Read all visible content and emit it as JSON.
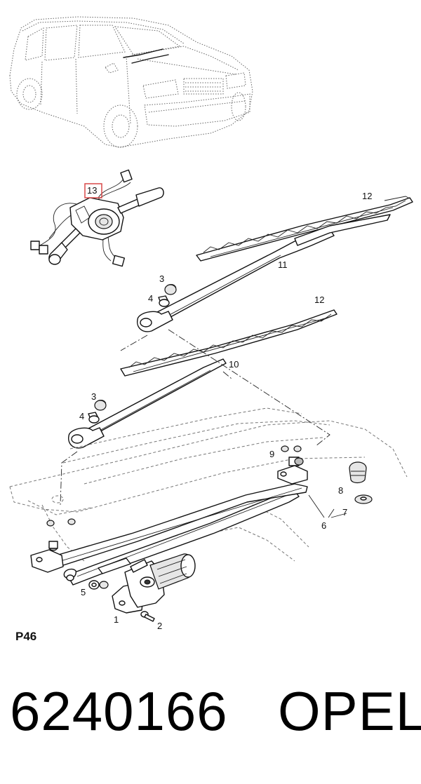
{
  "diagram": {
    "callouts": {
      "n1": "1",
      "n2": "2",
      "n3a": "3",
      "n4a": "4",
      "n3b": "3",
      "n4b": "4",
      "n5": "5",
      "n6": "6",
      "n7": "7",
      "n8": "8",
      "n9": "9",
      "n10": "10",
      "n11": "11",
      "n12a": "12",
      "n12b": "12",
      "n13": "13"
    },
    "highlight_color": "#d94848",
    "page_code": "P46"
  },
  "footer": {
    "part_number": "6240166",
    "brand": "OPEL"
  }
}
